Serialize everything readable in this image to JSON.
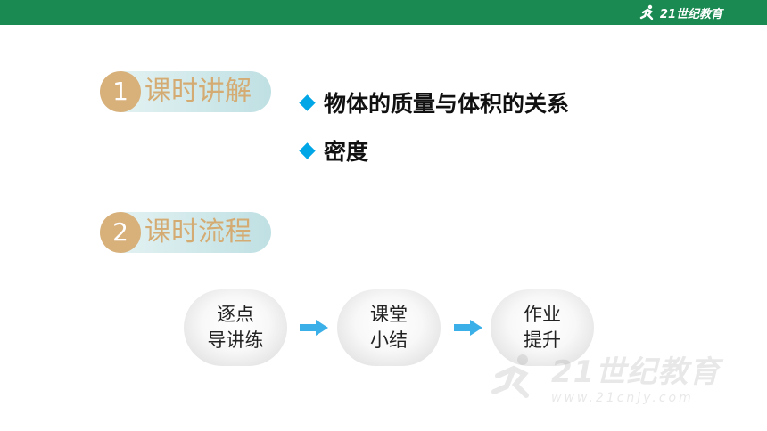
{
  "header": {
    "brand_color": "#1a8a52",
    "logo_text": "21世纪教育"
  },
  "sections": [
    {
      "number": "1",
      "title": "课时讲解"
    },
    {
      "number": "2",
      "title": "课时流程"
    }
  ],
  "topics": [
    "物体的质量与体积的关系",
    "密度"
  ],
  "flow": [
    {
      "line1": "逐点",
      "line2": "导讲练"
    },
    {
      "line1": "课堂",
      "line2": "小结"
    },
    {
      "line1": "作业",
      "line2": "提升"
    }
  ],
  "watermark": {
    "text": "21世纪教育",
    "subtext": "www.21cnjy.com"
  },
  "colors": {
    "accent_gold": "#d8b07a",
    "bullet_blue": "#00a6e6",
    "arrow_blue": "#3bb0e8"
  }
}
